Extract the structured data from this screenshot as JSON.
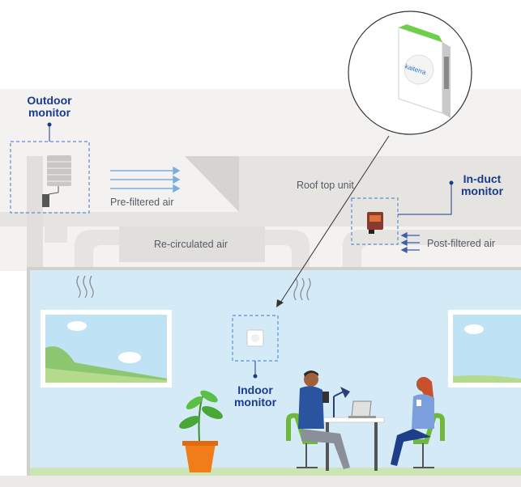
{
  "labels": {
    "outdoor_monitor": "Outdoor monitor",
    "in_duct_monitor": "In-duct monitor",
    "indoor_monitor": "Indoor monitor",
    "pre_filtered_air": "Pre-filtered air",
    "roof_top_unit": "Roof top unit",
    "re_circulated_air": "Re-circulated air",
    "post_filtered_air": "Post-filtered air"
  },
  "brand": {
    "logo_text": "kaiterra"
  },
  "colors": {
    "callout_text": "#1a3b8c",
    "room_blue": "#d4ebf7",
    "duct_gray": "#e6e4e0",
    "wall_gray": "#d1d0cc",
    "arrow_blue": "#7aaee0",
    "device_green": "#6fcf4b",
    "dashed_box": "#5b8fcf"
  },
  "icons": [
    "outdoor-sensor-icon",
    "in-duct-sensor-icon",
    "indoor-sensor-icon",
    "plant-icon",
    "desk-lamp-icon",
    "laptop-icon",
    "person-icon"
  ]
}
